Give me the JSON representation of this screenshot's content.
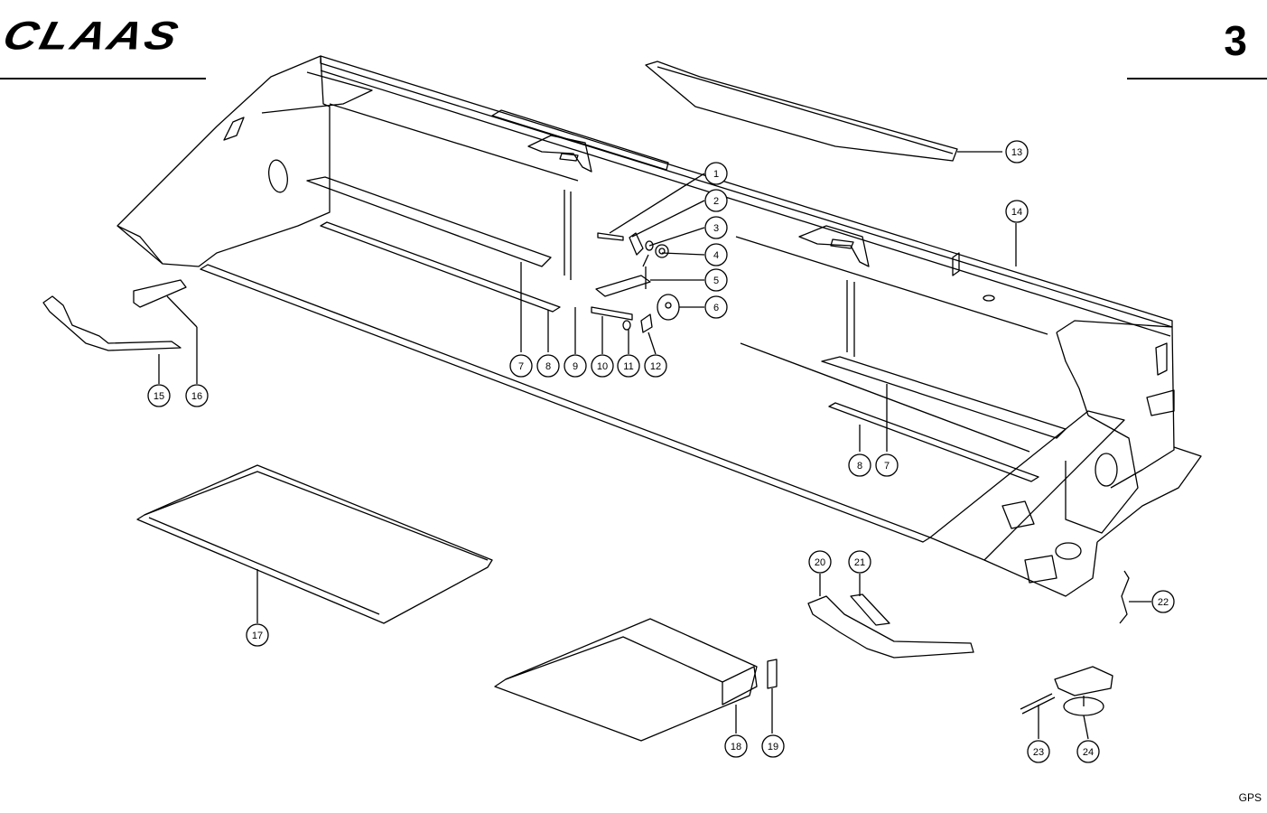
{
  "header": {
    "brand": "CLAAS",
    "page_number": "3"
  },
  "footer": {
    "code": "GPS"
  },
  "callouts": [
    {
      "label": "1"
    },
    {
      "label": "2"
    },
    {
      "label": "3"
    },
    {
      "label": "4"
    },
    {
      "label": "5"
    },
    {
      "label": "6"
    },
    {
      "label": "7"
    },
    {
      "label": "8"
    },
    {
      "label": "9"
    },
    {
      "label": "10"
    },
    {
      "label": "11"
    },
    {
      "label": "12"
    },
    {
      "label": "13"
    },
    {
      "label": "14"
    },
    {
      "label": "15"
    },
    {
      "label": "16"
    },
    {
      "label": "8"
    },
    {
      "label": "7"
    },
    {
      "label": "17"
    },
    {
      "label": "18"
    },
    {
      "label": "19"
    },
    {
      "label": "20"
    },
    {
      "label": "21"
    },
    {
      "label": "22"
    },
    {
      "label": "23"
    },
    {
      "label": "24"
    }
  ]
}
